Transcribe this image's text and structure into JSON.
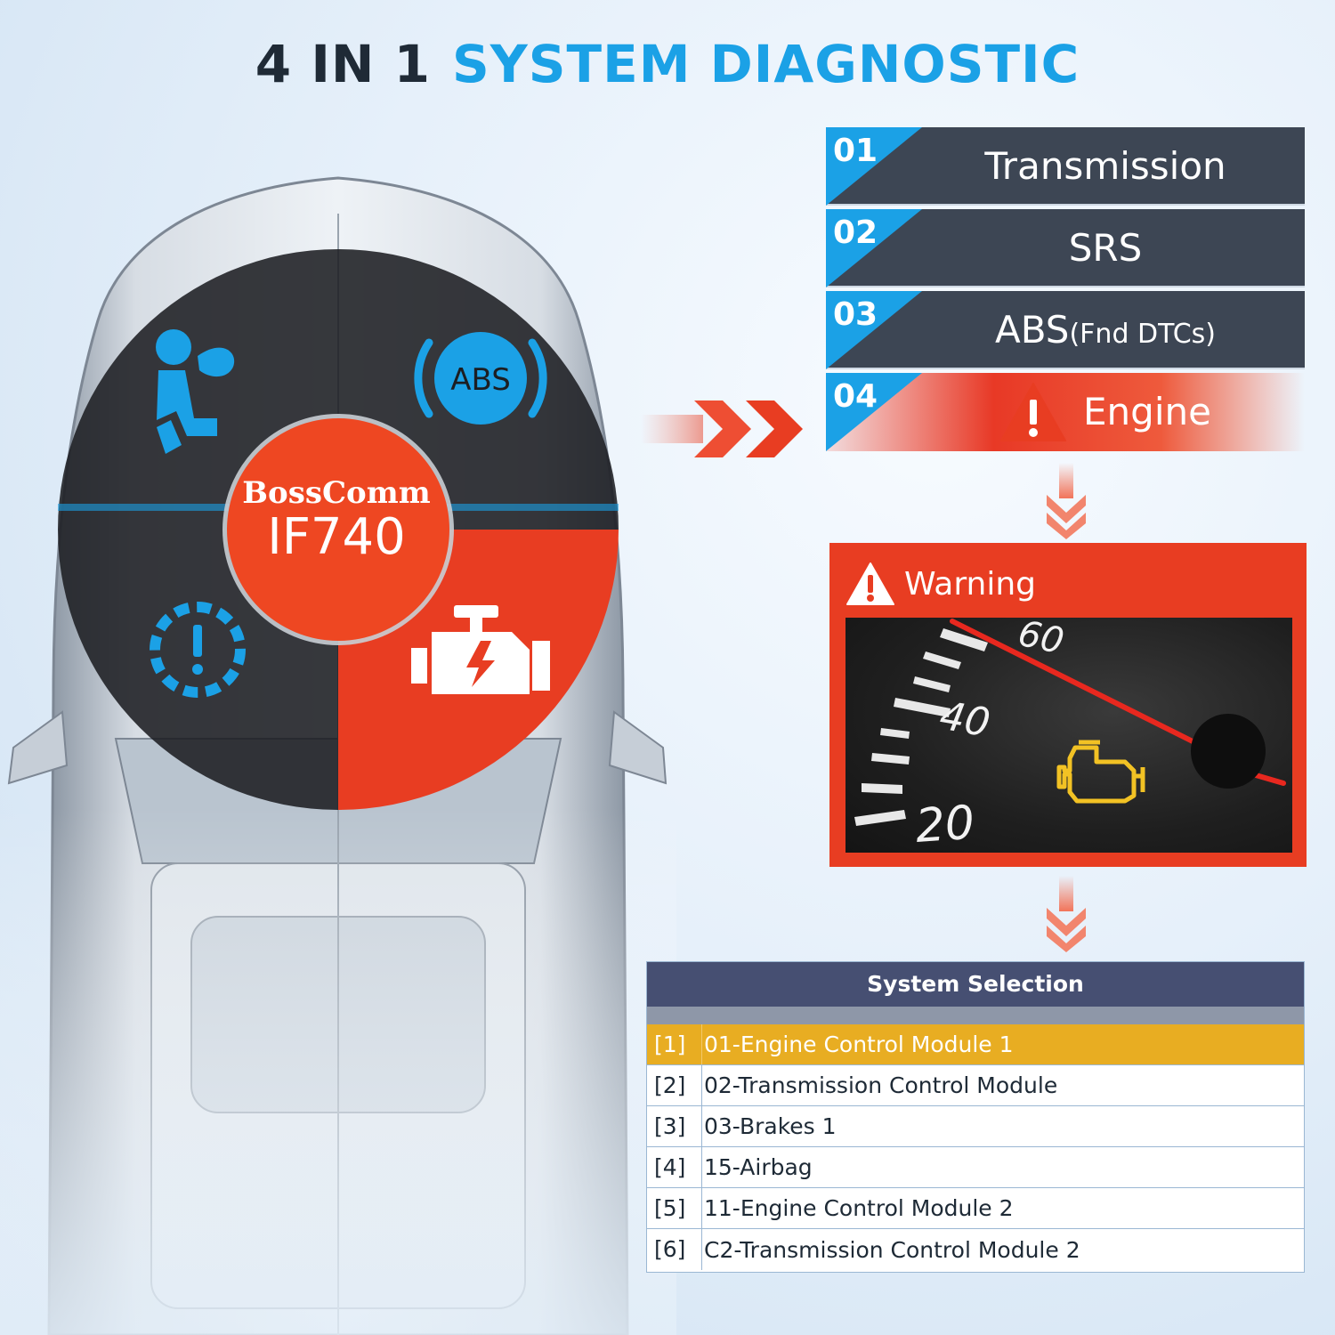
{
  "headline": {
    "dark": "4 IN 1",
    "blue": "SYSTEM DIAGNOSTIC"
  },
  "brand": {
    "name": "BossComm",
    "model": "IF740"
  },
  "car_icons": {
    "airbag": "airbag-icon",
    "abs": "ABS",
    "tpms": "tire-warning-icon",
    "engine": "engine-icon"
  },
  "systems": [
    {
      "num": "01",
      "label": "Transmission",
      "suffix": ""
    },
    {
      "num": "02",
      "label": "SRS",
      "suffix": ""
    },
    {
      "num": "03",
      "label": "ABS",
      "suffix": "(Fnd DTCs)"
    },
    {
      "num": "04",
      "label": "Engine",
      "suffix": ""
    }
  ],
  "warning": {
    "title": "Warning",
    "gauge_ticks": [
      "60",
      "40",
      "20"
    ]
  },
  "selection": {
    "title": "System Selection",
    "rows": [
      {
        "idx": "[1]",
        "name": "01-Engine Control Module 1"
      },
      {
        "idx": "[2]",
        "name": "02-Transmission Control Module"
      },
      {
        "idx": "[3]",
        "name": "03-Brakes 1"
      },
      {
        "idx": "[4]",
        "name": "15-Airbag"
      },
      {
        "idx": "[5]",
        "name": "11-Engine Control Module 2"
      },
      {
        "idx": "[6]",
        "name": "C2-Transmission Control Module 2"
      }
    ],
    "selected_index": 0
  },
  "colors": {
    "accent_blue": "#1ba1e6",
    "accent_red": "#e83d22",
    "panel_dark": "#3d4654",
    "highlight": "#e8ad22"
  }
}
